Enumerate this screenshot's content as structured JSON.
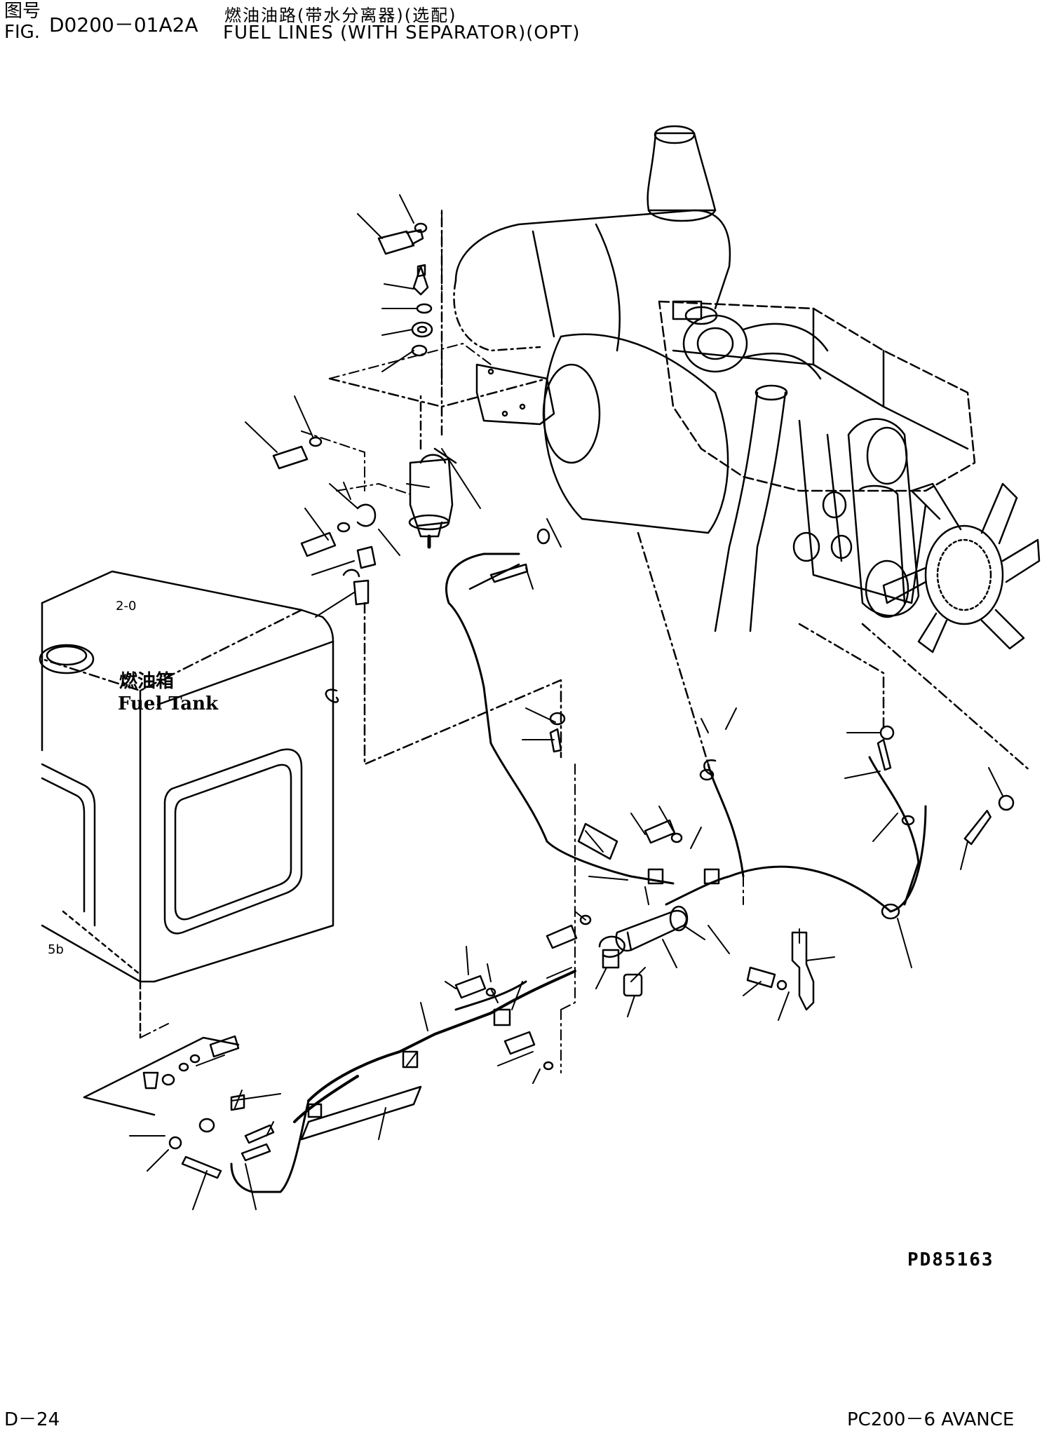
{
  "header": {
    "fig_cn": "图号",
    "fig_en": "FIG.",
    "fig_code": "D0200－01A2A",
    "title_cn": "燃油油路(带水分离器)(选配)",
    "title_en": "FUEL LINES (WITH SEPARATOR)(OPT)"
  },
  "diagram": {
    "tank_label_cn": "燃油箱",
    "tank_label_en": "Fuel Tank",
    "tank_mark_1": "2-0",
    "tank_mark_2": "5b"
  },
  "footer": {
    "picture_code": "PD85163",
    "page": "D－24",
    "model": "PC200－6 AVANCE"
  }
}
